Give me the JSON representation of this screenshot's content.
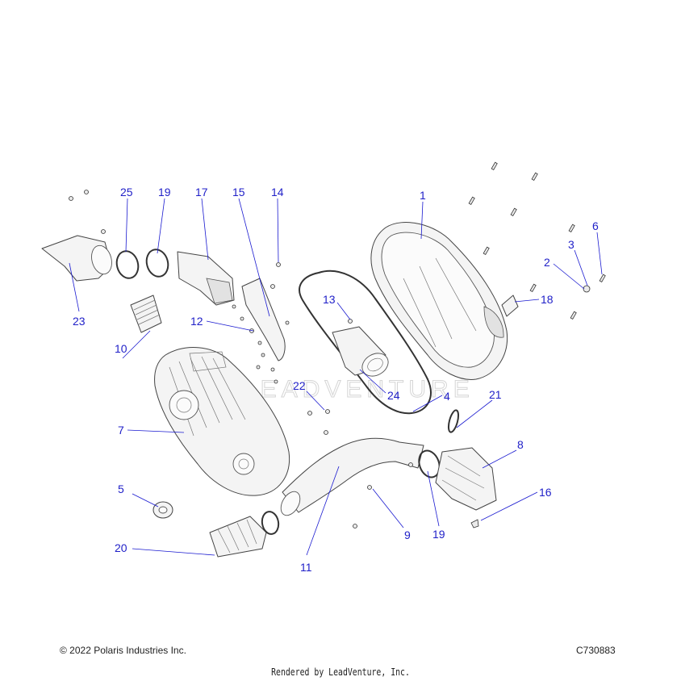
{
  "diagram": {
    "callouts": [
      "1",
      "2",
      "3",
      "4",
      "5",
      "6",
      "7",
      "8",
      "9",
      "10",
      "11",
      "12",
      "13",
      "14",
      "15",
      "16",
      "17",
      "18",
      "19",
      "19",
      "20",
      "21",
      "22",
      "23",
      "24",
      "25"
    ],
    "watermark": "LEADVENTURE"
  },
  "footer": {
    "copyright": "© 2022 Polaris Industries Inc.",
    "code": "C730883",
    "rendered_by": "Rendered by LeadVenture, Inc."
  },
  "colors": {
    "callout": "#1f1fc8",
    "line_art": "#444444",
    "background": "#ffffff"
  }
}
